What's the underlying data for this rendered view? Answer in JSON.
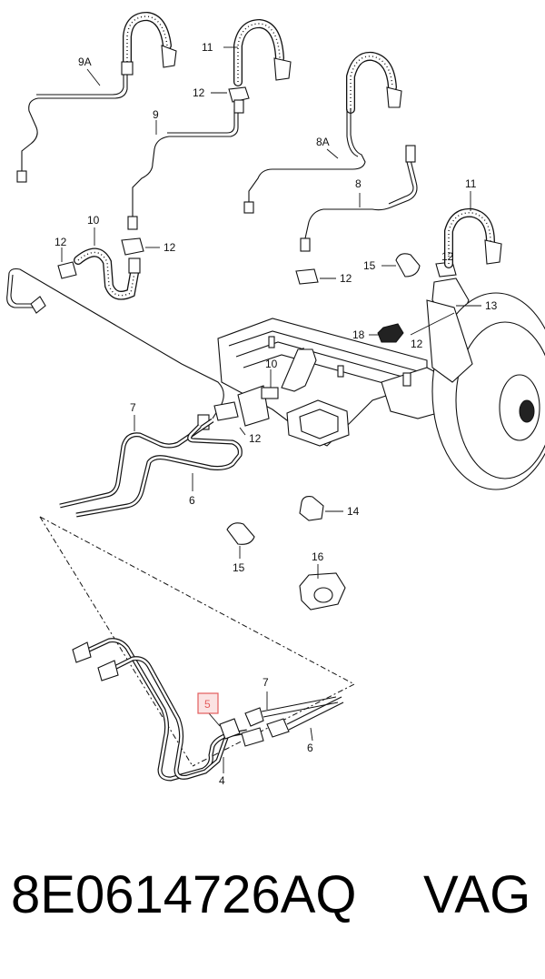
{
  "diagram": {
    "callouts": {
      "c9A": "9A",
      "c11a": "11",
      "c12a": "12",
      "c9": "9",
      "c8A": "8A",
      "c8": "8",
      "c11b": "11",
      "c10a": "10",
      "c12b": "12",
      "c12c": "12",
      "c15a": "15",
      "c12d": "12",
      "c12e": "12",
      "c13": "13",
      "c18": "18",
      "c12f": "12",
      "c10b": "10",
      "c7a": "7",
      "c12g": "12",
      "c6a": "6",
      "c14": "14",
      "c15b": "15",
      "c16": "16",
      "c5": "5",
      "c7b": "7",
      "c6b": "6",
      "c4": "4"
    },
    "highlight_color": "#e35d5d"
  },
  "footer": {
    "part_number": "8E0614726AQ",
    "brand": "VAG"
  }
}
